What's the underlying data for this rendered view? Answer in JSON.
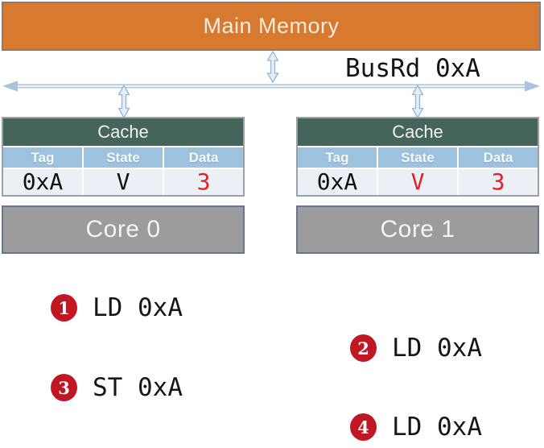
{
  "main_memory": {
    "label": "Main Memory"
  },
  "bus": {
    "label": "BusRd 0xA"
  },
  "caches": [
    {
      "title": "Cache",
      "columns": {
        "tag": "Tag",
        "state": "State",
        "data": "Data"
      },
      "row": {
        "tag": "0xA",
        "state": "V",
        "data": "3"
      },
      "value_colors": {
        "tag": "#111111",
        "state": "#111111",
        "data": "#e91e25"
      }
    },
    {
      "title": "Cache",
      "columns": {
        "tag": "Tag",
        "state": "State",
        "data": "Data"
      },
      "row": {
        "tag": "0xA",
        "state": "V",
        "data": "3"
      },
      "value_colors": {
        "tag": "#111111",
        "state": "#e91e25",
        "data": "#e91e25"
      }
    }
  ],
  "cores": [
    {
      "label": "Core 0"
    },
    {
      "label": "Core 1"
    }
  ],
  "operations": [
    {
      "num": "1",
      "label": "LD 0xA",
      "core": "Core 0"
    },
    {
      "num": "2",
      "label": "LD 0xA",
      "core": "Core 1"
    },
    {
      "num": "3",
      "label": "ST 0xA",
      "core": "Core 0"
    },
    {
      "num": "4",
      "label": "LD 0xA",
      "core": "Core 1"
    }
  ],
  "icons": {
    "bus_line": "horizontal-double-arrow",
    "memory_link": "vertical-double-arrow",
    "cache0_link": "vertical-double-arrow",
    "cache1_link": "vertical-double-arrow"
  },
  "palette": {
    "memory_orange": "#d7792f",
    "cache_header_green": "#45645a",
    "column_header_blue": "#9dc2de",
    "row_background": "#ebf0f6",
    "core_gray": "#9c9c9c",
    "core_border": "#64778c",
    "arrow_blue": "#a3bfd9",
    "badge_red": "#c11623",
    "value_red": "#e91e25"
  }
}
